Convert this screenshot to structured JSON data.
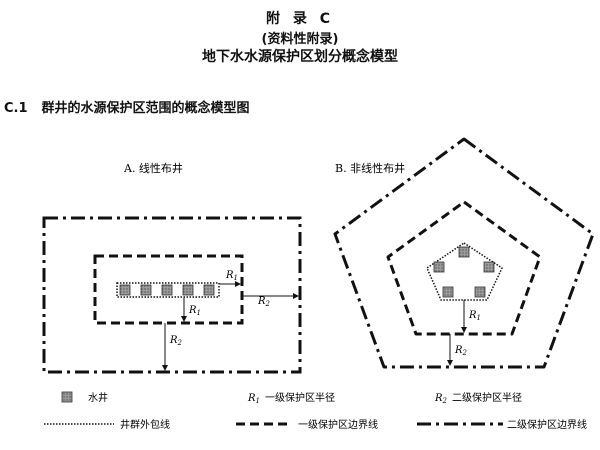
{
  "header": {
    "appendix": "附 录 C",
    "type": "(资料性附录)",
    "title": "地下水水源保护区划分概念模型"
  },
  "section": {
    "number": "C.1",
    "title": "群井的水源保护区范围的概念模型图"
  },
  "diagram_a": {
    "title": "A. 线性布井"
  },
  "diagram_b": {
    "title": "B. 非线性布井"
  },
  "labels": {
    "r1_sym": "R",
    "r1_sub": "1",
    "r2_sym": "R",
    "r2_sub": "2"
  },
  "legend": {
    "well": "水井",
    "r1_desc": "一级保护区半径",
    "r2_desc": "二级保护区半径",
    "envelope": "井群外包线",
    "first_boundary": "一级保护区边界线",
    "second_boundary": "二级保护区边界线"
  }
}
